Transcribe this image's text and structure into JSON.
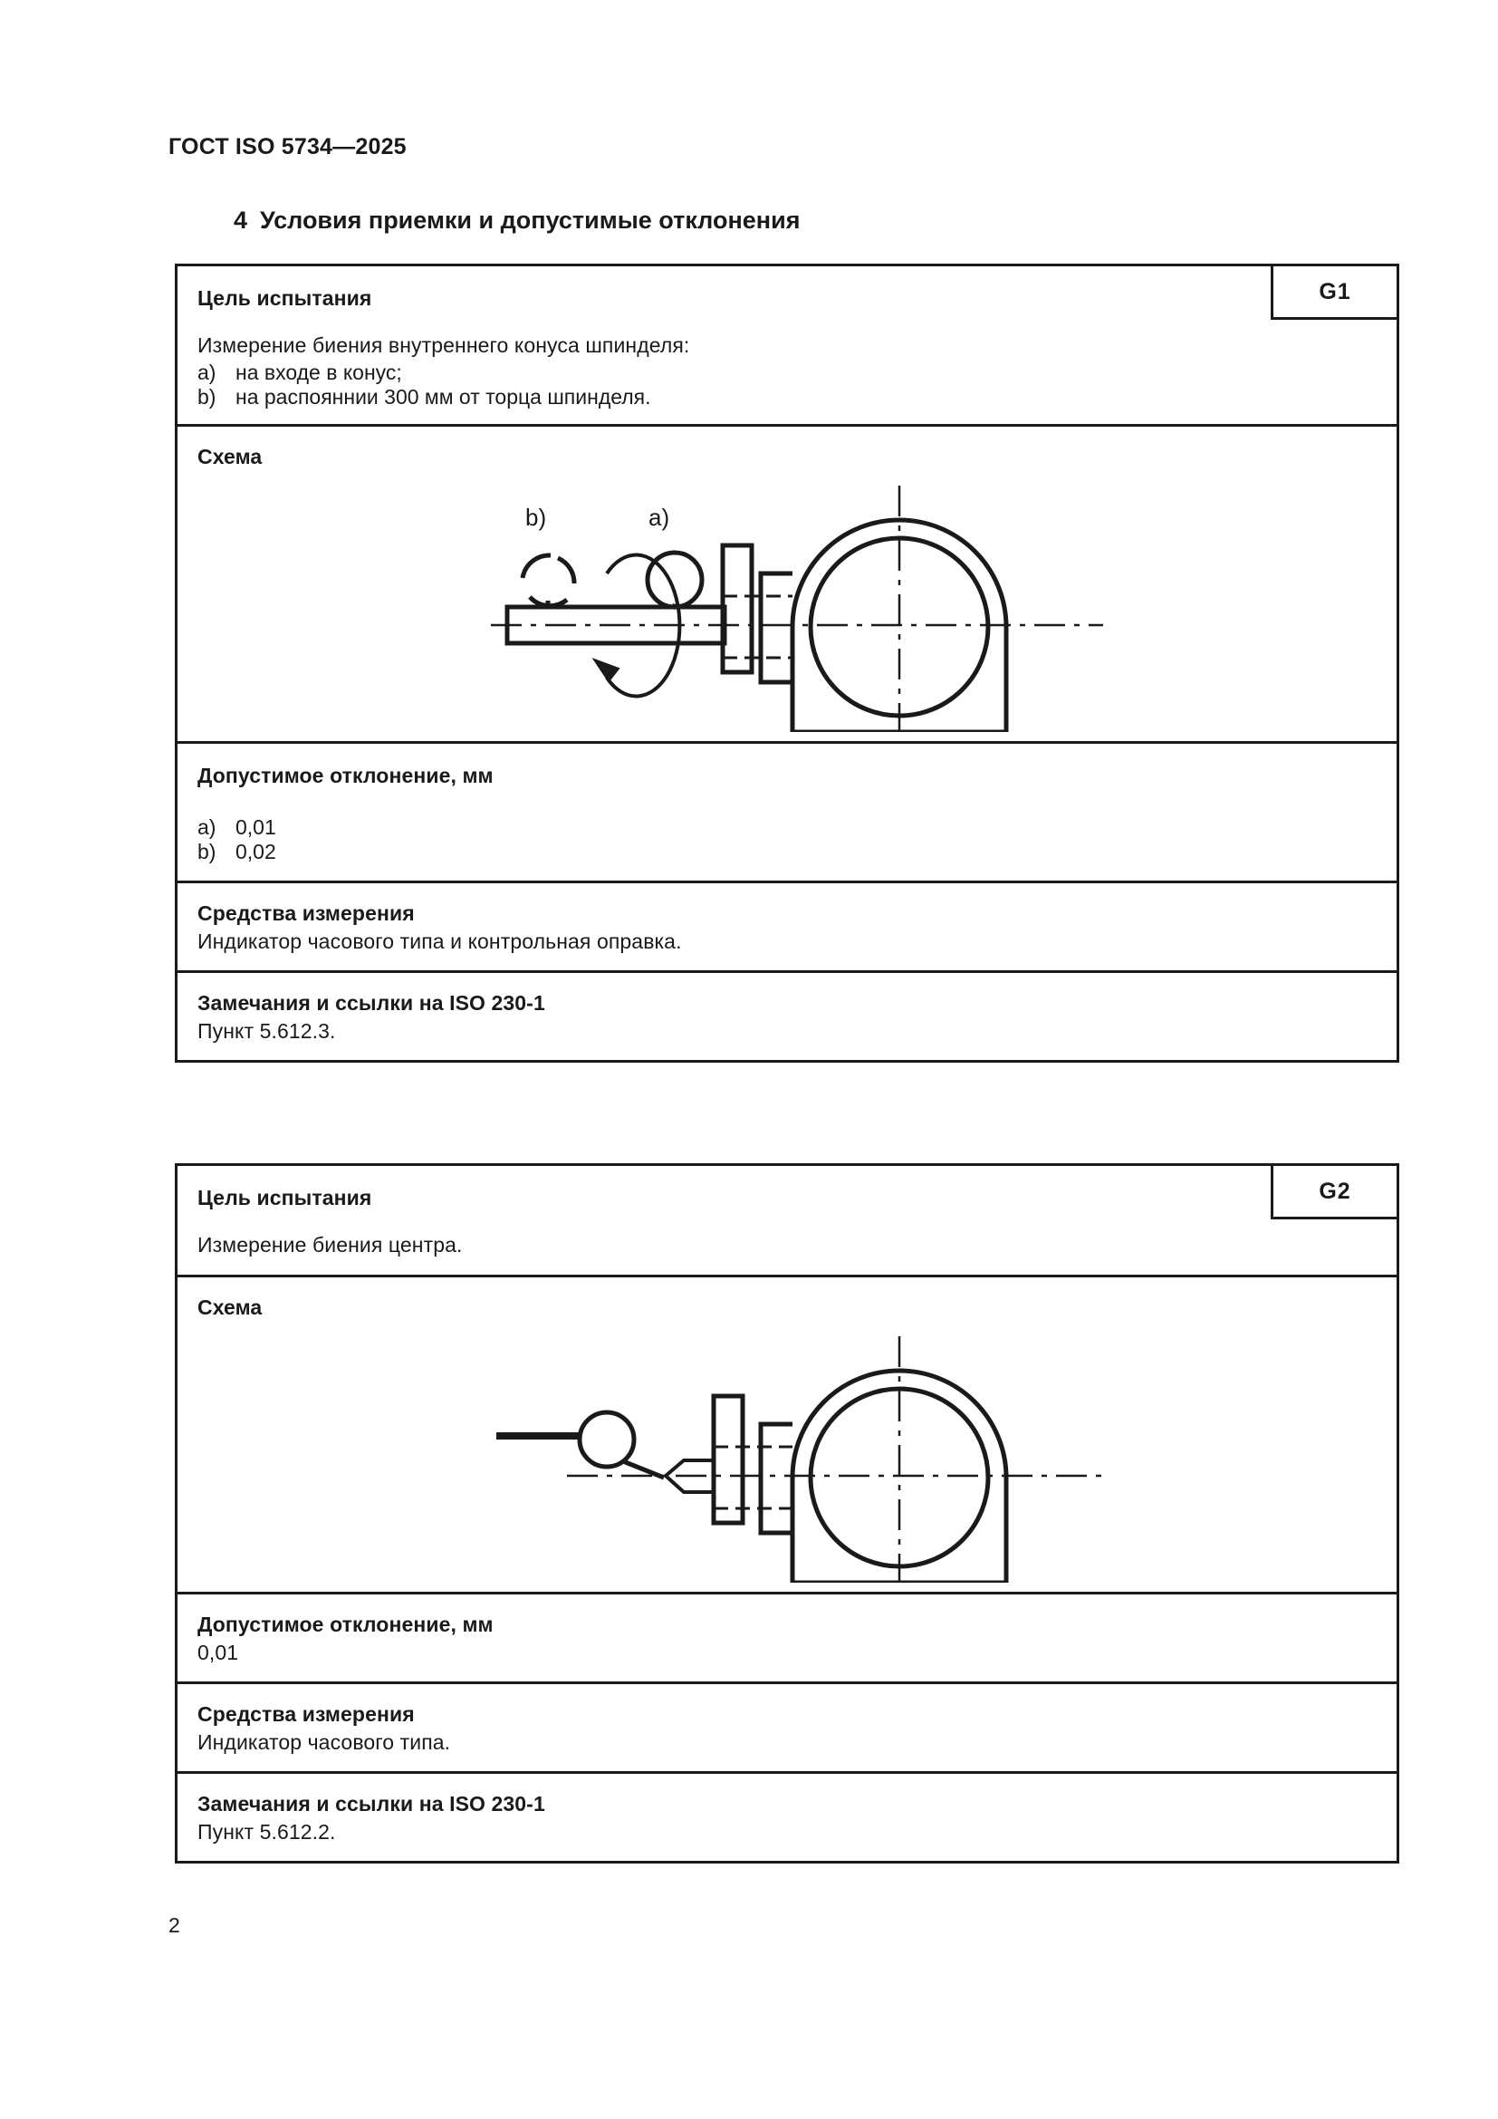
{
  "document": {
    "header": "ГОСТ ISO 5734—2025",
    "page_number": "2"
  },
  "section": {
    "number": "4",
    "title": "Условия приемки и допустимые отклонения"
  },
  "labels": {
    "purpose": "Цель испытания",
    "scheme": "Схема",
    "tolerance": "Допустимое отклонение, мм",
    "means": "Средства измерения",
    "notes": "Замечания и ссылки на ISO 230-1"
  },
  "tests": [
    {
      "id": "G1",
      "purpose_lines": [
        "Измерение биения внутреннего конуса шпинделя:"
      ],
      "purpose_items": [
        {
          "marker": "a)",
          "text": "на входе в конус;"
        },
        {
          "marker": "b)",
          "text": "на распояннии 300 мм от торца шпинделя."
        }
      ],
      "diagram": {
        "name": "spindle-taper-runout-diagram",
        "callouts": [
          {
            "marker": "b)"
          },
          {
            "marker": "a)"
          }
        ]
      },
      "tolerance_items": [
        {
          "marker": "a)",
          "text": "0,01"
        },
        {
          "marker": "b)",
          "text": "0,02"
        }
      ],
      "means_text": "Индикатор часового типа и контрольная оправка.",
      "notes_text": "Пункт 5.612.3."
    },
    {
      "id": "G2",
      "purpose_lines": [
        "Измерение биения центра."
      ],
      "purpose_items": [],
      "diagram": {
        "name": "center-runout-diagram",
        "callouts": []
      },
      "tolerance_text": "0,01",
      "means_text": "Индикатор часового типа.",
      "notes_text": "Пункт 5.612.2."
    }
  ],
  "colors": {
    "ink": "#1a1a1a",
    "paper": "#ffffff"
  }
}
